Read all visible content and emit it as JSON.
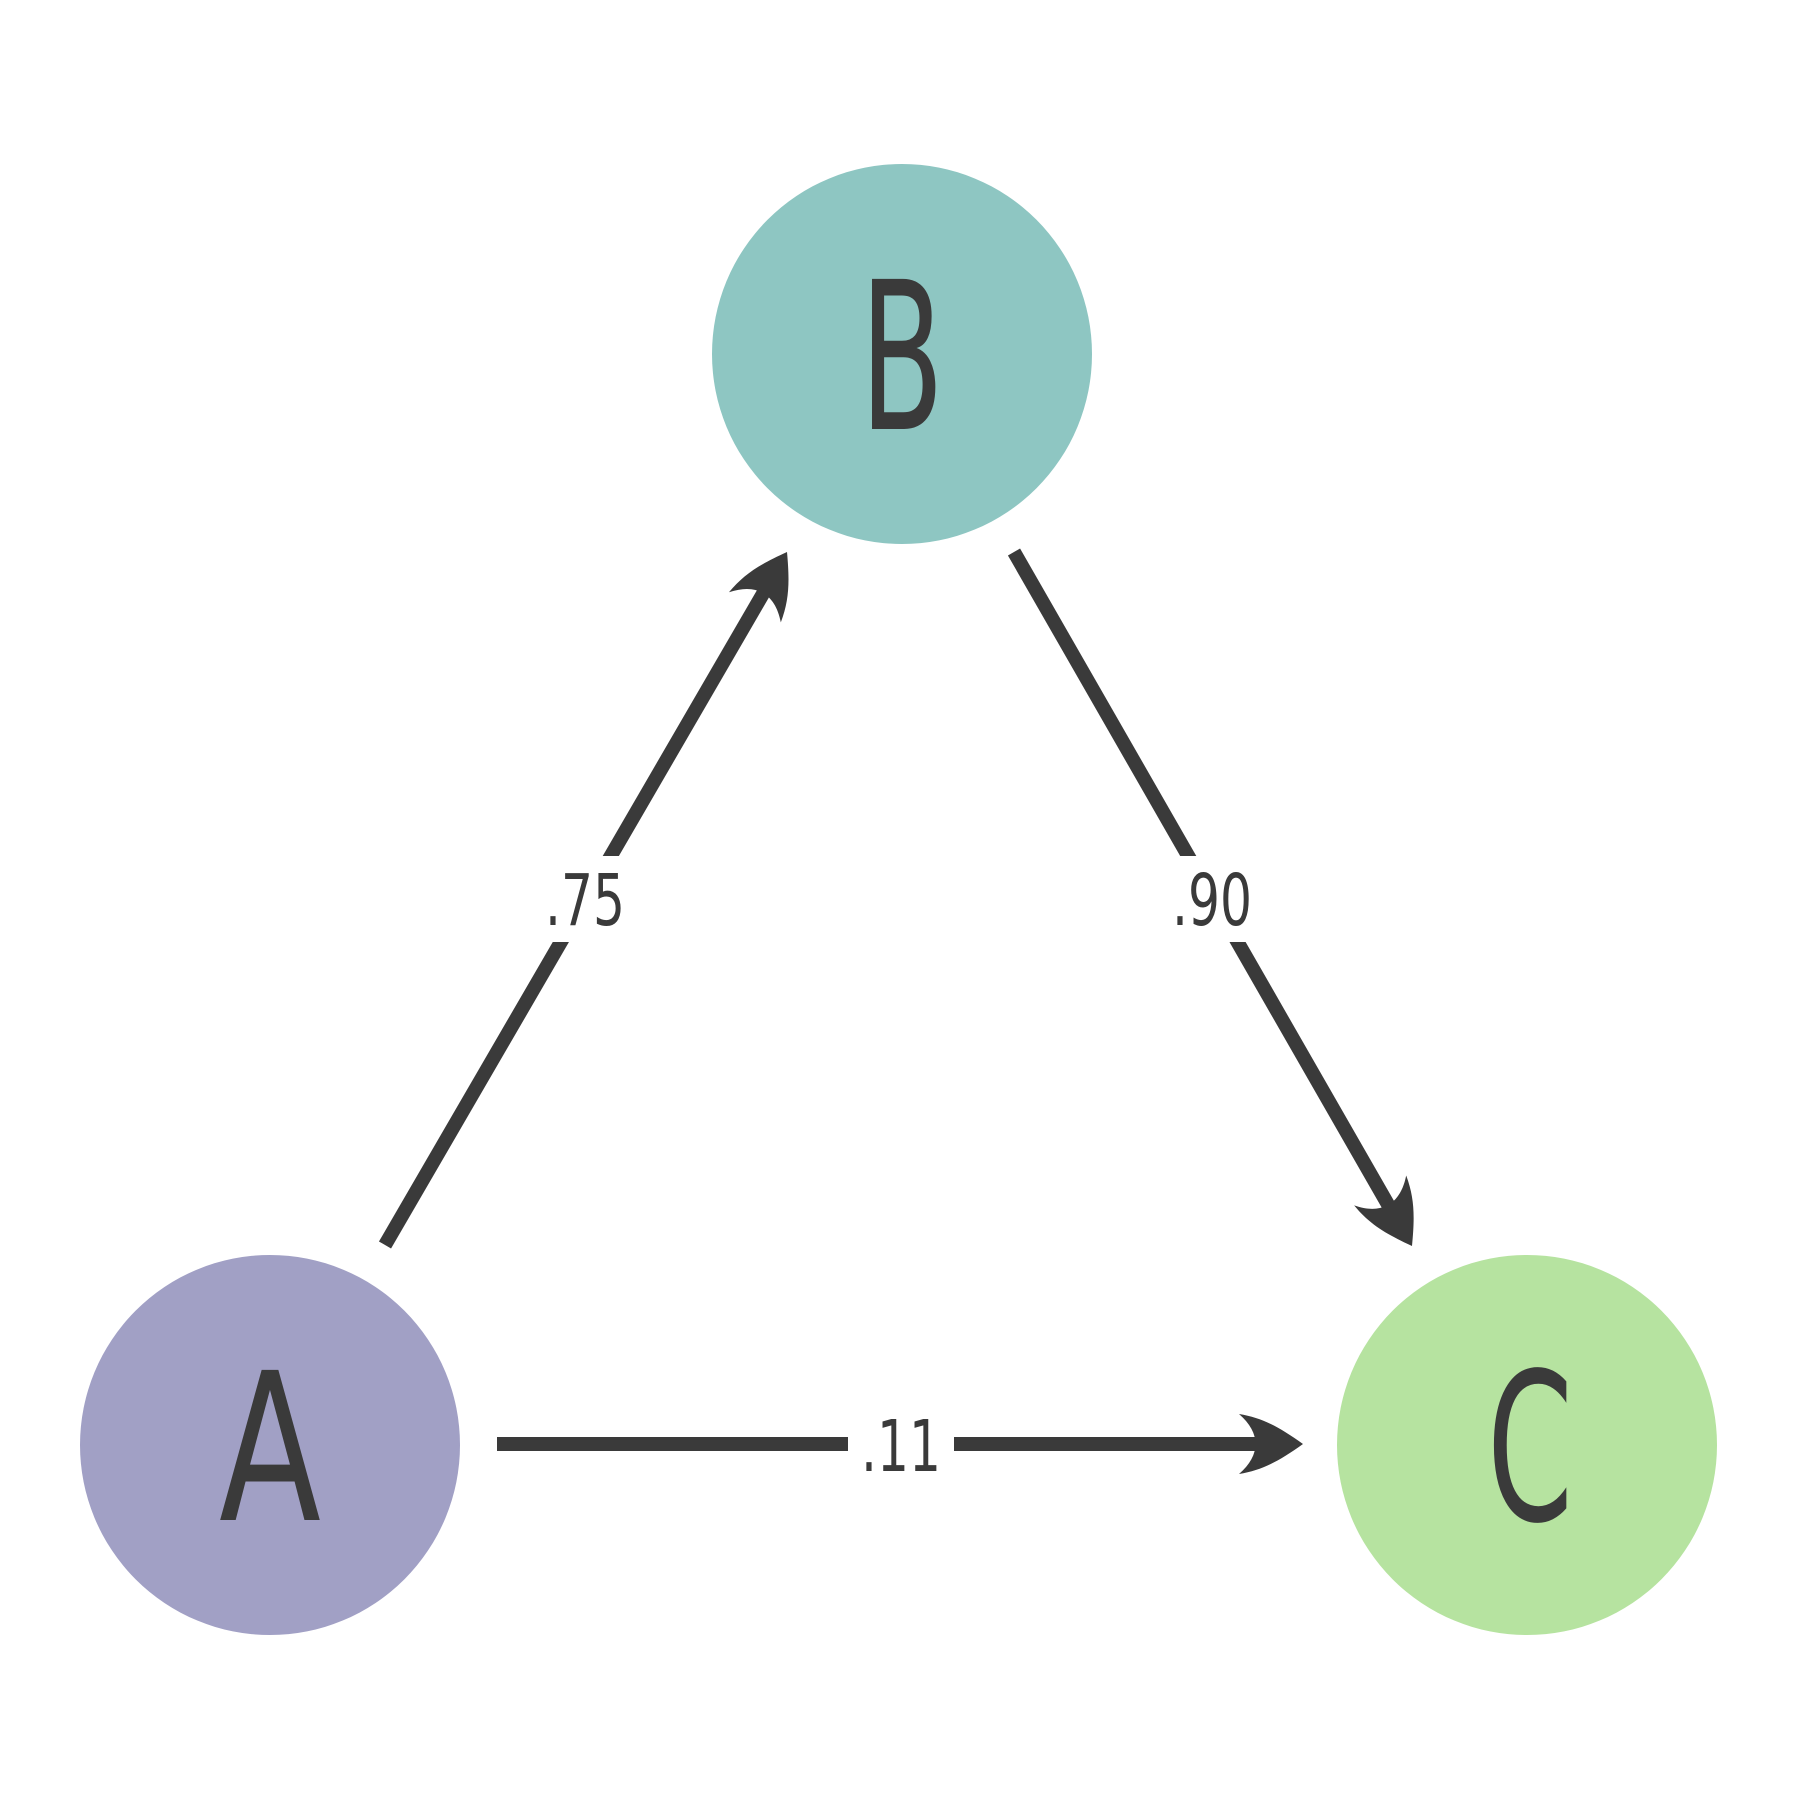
{
  "diagram": {
    "type": "directed-graph",
    "background_color": "#ffffff",
    "ink_color": "#3a3a3a",
    "nodes": [
      {
        "id": "A",
        "label": "A",
        "color": "#a1a0c5"
      },
      {
        "id": "B",
        "label": "B",
        "color": "#8ec6c2"
      },
      {
        "id": "C",
        "label": "C",
        "color": "#b6e3a0"
      }
    ],
    "edges": [
      {
        "from": "A",
        "to": "B",
        "label": ".75",
        "weight": 0.75
      },
      {
        "from": "B",
        "to": "C",
        "label": ".90",
        "weight": 0.9
      },
      {
        "from": "A",
        "to": "C",
        "label": ".11",
        "weight": 0.11
      }
    ]
  }
}
